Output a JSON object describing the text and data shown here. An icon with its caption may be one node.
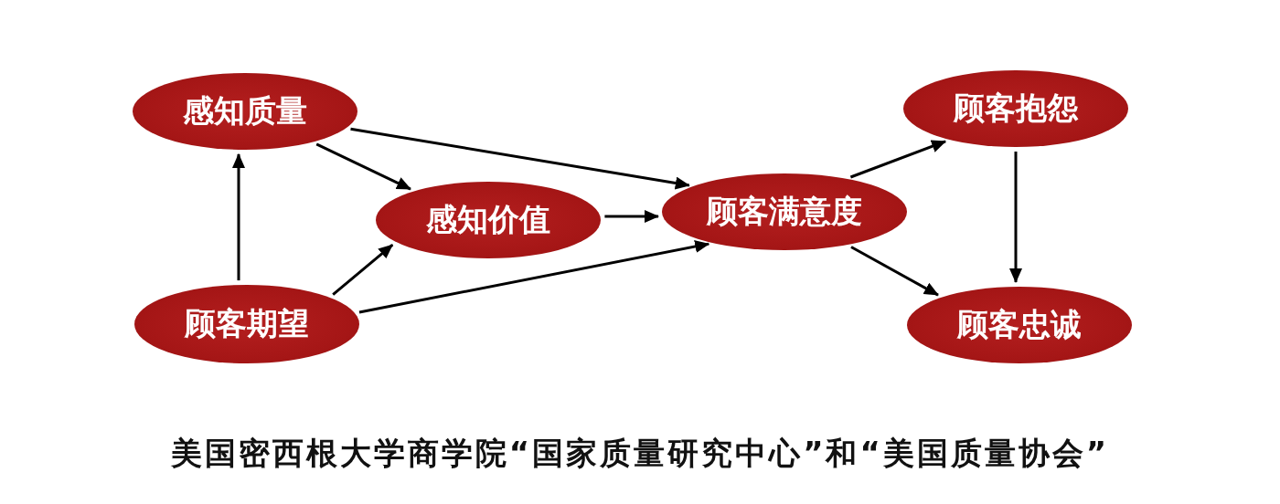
{
  "diagram": {
    "caption": "美国密西根大学商学院“国家质量研究中心”和“美国质量协会”",
    "nodes": [
      {
        "text": [
          "感知质量"
        ]
      },
      {
        "text": [
          "顾客期望"
        ]
      },
      {
        "text": [
          "感知价值"
        ]
      },
      {
        "text": [
          "顾客满意度"
        ]
      },
      {
        "text": [
          "顾客抱怨"
        ]
      },
      {
        "text": [
          "顾客忠诚"
        ]
      }
    ],
    "edges": [
      {
        "from": 1,
        "to": 0,
        "arrow": "to"
      },
      {
        "from": 0,
        "to": 2,
        "arrow": "to"
      },
      {
        "from": 1,
        "to": 2,
        "arrow": "to"
      },
      {
        "from": 0,
        "to": 3,
        "arrow": "to"
      },
      {
        "from": 2,
        "to": 3,
        "arrow": "to"
      },
      {
        "from": 1,
        "to": 3,
        "arrow": "to"
      },
      {
        "from": 3,
        "to": 4,
        "arrow": "to"
      },
      {
        "from": 3,
        "to": 5,
        "arrow": "to"
      },
      {
        "from": 4,
        "to": 5,
        "arrow": "to"
      }
    ]
  }
}
